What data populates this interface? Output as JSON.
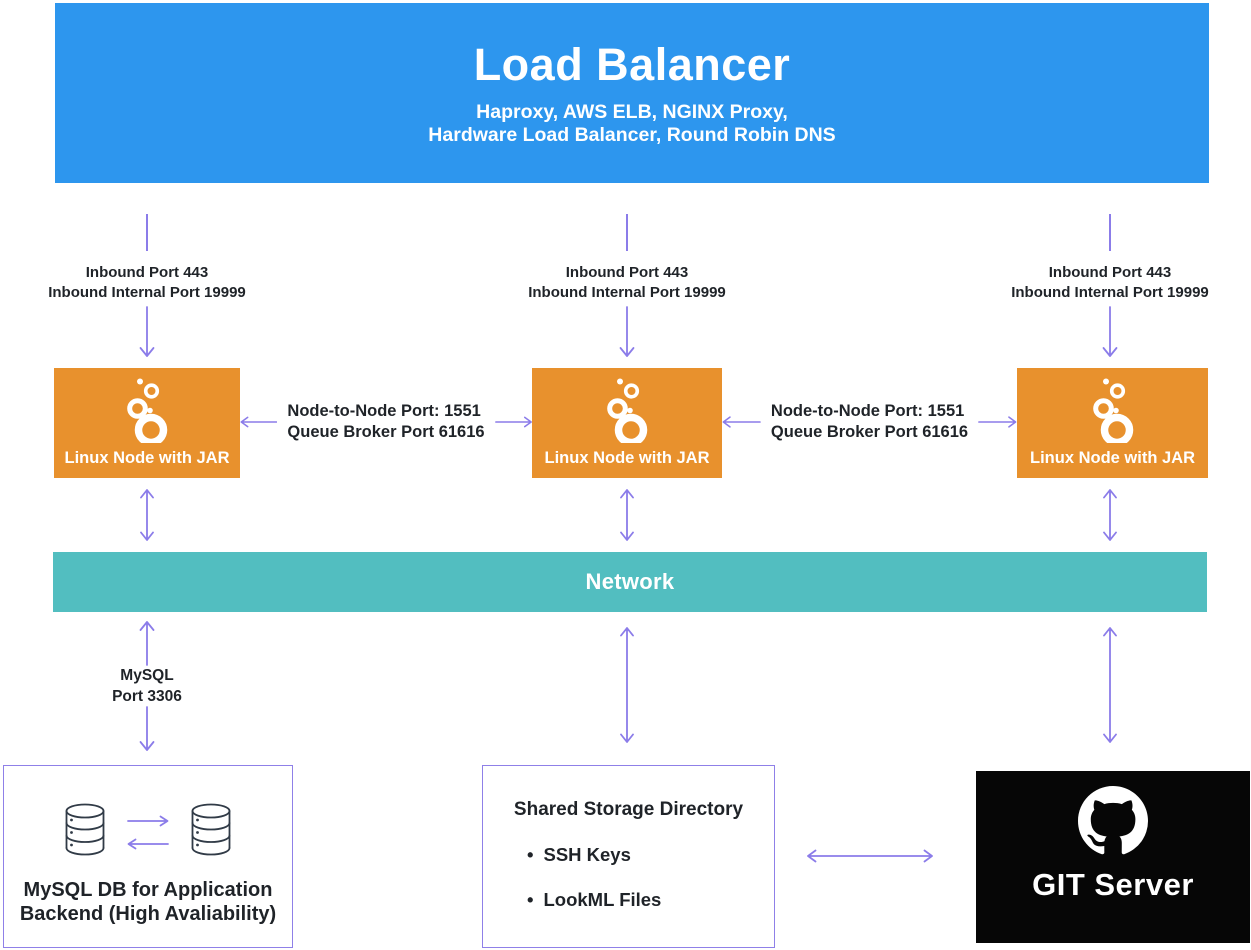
{
  "diagram": {
    "load_balancer": {
      "title": "Load Balancer",
      "subtitle1": "Haproxy, AWS ELB, NGINX Proxy,",
      "subtitle2": "Hardware Load Balancer, Round Robin DNS"
    },
    "inbound": {
      "line1": "Inbound Port 443",
      "line2": "Inbound Internal Port 19999"
    },
    "node": {
      "label": "Linux Node with JAR"
    },
    "node_link": {
      "line1": "Node-to-Node Port: 1551",
      "line2": "Queue Broker Port 61616"
    },
    "network": {
      "label": "Network"
    },
    "mysql_link": {
      "line1": "MySQL",
      "line2": "Port 3306"
    },
    "mysql_db": {
      "line1": "MySQL DB for Application",
      "line2": "Backend (High Avaliability)"
    },
    "storage": {
      "title": "Shared Storage Directory",
      "bullet_marker": "•",
      "bullets": [
        "SSH Keys",
        "LookML Files"
      ]
    },
    "git": {
      "label": "GIT Server"
    }
  },
  "icons": {
    "node_icon": "looker-bubbles-icon",
    "db_icon": "database-cylinder-icon",
    "git_icon": "github-octocat-icon",
    "connector": "purple-arrow-connector"
  },
  "colors": {
    "load_balancer_blue": "#2D96EE",
    "node_orange": "#E8912D",
    "network_teal": "#52BEC0",
    "arrow_purple": "#8B7CE9",
    "box_border_purple": "#8F80E8",
    "text_ink": "#1F2328",
    "git_black": "#060606",
    "white": "#FFFFFF"
  }
}
